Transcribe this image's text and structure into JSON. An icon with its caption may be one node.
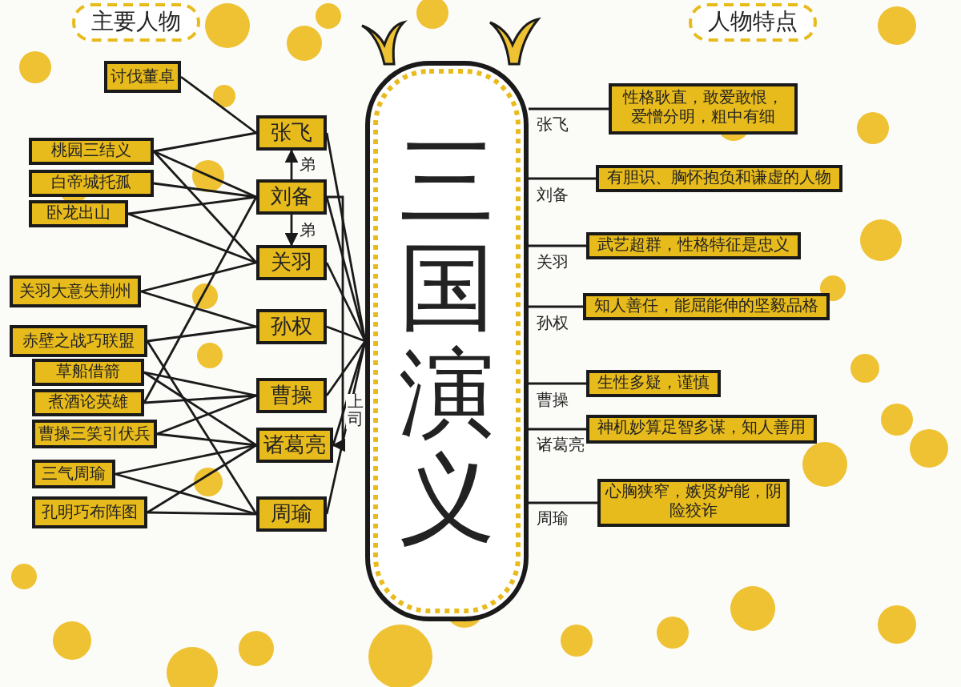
{
  "diagram": {
    "nodes": [
      {
        "text": [
          "主要人物"
        ]
      },
      {
        "text": [
          "人物特点"
        ]
      },
      {
        "text": [
          "三国演义"
        ]
      },
      {
        "text": [
          "讨伐董卓"
        ]
      },
      {
        "text": [
          "桃园三结义"
        ]
      },
      {
        "text": [
          "白帝城托孤"
        ]
      },
      {
        "text": [
          "卧龙出山"
        ]
      },
      {
        "text": [
          "关羽大意失荆州"
        ]
      },
      {
        "text": [
          "赤壁之战巧联盟"
        ]
      },
      {
        "text": [
          "草船借箭"
        ]
      },
      {
        "text": [
          "煮酒论英雄"
        ]
      },
      {
        "text": [
          "曹操三笑引伏兵"
        ]
      },
      {
        "text": [
          "三气周瑜"
        ]
      },
      {
        "text": [
          "孔明巧布阵图"
        ]
      },
      {
        "text": [
          "张飞"
        ]
      },
      {
        "text": [
          "刘备"
        ]
      },
      {
        "text": [
          "关羽"
        ]
      },
      {
        "text": [
          "孙权"
        ]
      },
      {
        "text": [
          "曹操"
        ]
      },
      {
        "text": [
          "诸葛亮"
        ]
      },
      {
        "text": [
          "周瑜"
        ]
      },
      {
        "text": [
          "性格耿直，敢爱敢恨，爱憎分明，粗中有细"
        ]
      },
      {
        "text": [
          "有胆识、胸怀抱负和谦虚的人物"
        ]
      },
      {
        "text": [
          "武艺超群，性格特征是忠义"
        ]
      },
      {
        "text": [
          "知人善任，能屈能伸的坚毅品格"
        ]
      },
      {
        "text": [
          "生性多疑，谨慎"
        ]
      },
      {
        "text": [
          "神机妙算足智多谋，知人善用"
        ]
      },
      {
        "text": [
          "心胸狭窄，嫉贤妒能，阴险狡诈"
        ]
      }
    ],
    "edges": [
      {
        "from": 3,
        "to": 14,
        "arrow": "none"
      },
      {
        "from": 4,
        "to": 14,
        "arrow": "none"
      },
      {
        "from": 4,
        "to": 15,
        "arrow": "none"
      },
      {
        "from": 4,
        "to": 16,
        "arrow": "none"
      },
      {
        "from": 5,
        "to": 15,
        "arrow": "none"
      },
      {
        "from": 6,
        "to": 15,
        "arrow": "none"
      },
      {
        "from": 6,
        "to": 16,
        "arrow": "none"
      },
      {
        "from": 7,
        "to": 16,
        "arrow": "none"
      },
      {
        "from": 7,
        "to": 17,
        "arrow": "none"
      },
      {
        "from": 8,
        "to": 17,
        "arrow": "none"
      },
      {
        "from": 8,
        "to": 20,
        "arrow": "none"
      },
      {
        "from": 9,
        "to": 18,
        "arrow": "none"
      },
      {
        "from": 9,
        "to": 19,
        "arrow": "none"
      },
      {
        "from": 10,
        "to": 18,
        "arrow": "none"
      },
      {
        "from": 10,
        "to": 15,
        "arrow": "none"
      },
      {
        "from": 11,
        "to": 18,
        "arrow": "none"
      },
      {
        "from": 11,
        "to": 19,
        "arrow": "none"
      },
      {
        "from": 12,
        "to": 20,
        "arrow": "none"
      },
      {
        "from": 12,
        "to": 19,
        "arrow": "none"
      },
      {
        "from": 13,
        "to": 19,
        "arrow": "none"
      },
      {
        "from": 13,
        "to": 20,
        "arrow": "none"
      },
      {
        "from": 14,
        "to": 2,
        "arrow": "none"
      },
      {
        "from": 15,
        "to": 2,
        "arrow": "none"
      },
      {
        "from": 16,
        "to": 2,
        "arrow": "none"
      },
      {
        "from": 17,
        "to": 2,
        "arrow": "none"
      },
      {
        "from": 18,
        "to": 2,
        "arrow": "none"
      },
      {
        "from": 19,
        "to": 2,
        "arrow": "none"
      },
      {
        "from": 20,
        "to": 2,
        "arrow": "none"
      },
      {
        "from": 15,
        "to": 14,
        "label": "弟",
        "arrow": "to"
      },
      {
        "from": 15,
        "to": 16,
        "label": "弟",
        "arrow": "to"
      },
      {
        "from": 15,
        "to": 19,
        "label": "上司",
        "arrow": "to"
      },
      {
        "from": 2,
        "to": 21,
        "label": "张飞",
        "arrow": "none"
      },
      {
        "from": 2,
        "to": 22,
        "label": "刘备",
        "arrow": "none"
      },
      {
        "from": 2,
        "to": 23,
        "label": "关羽",
        "arrow": "none"
      },
      {
        "from": 2,
        "to": 24,
        "label": "孙权",
        "arrow": "none"
      },
      {
        "from": 2,
        "to": 25,
        "label": "曹操",
        "arrow": "none"
      },
      {
        "from": 2,
        "to": 26,
        "label": "诸葛亮",
        "arrow": "none"
      },
      {
        "from": 2,
        "to": 27,
        "label": "周瑜",
        "arrow": "none"
      }
    ]
  }
}
